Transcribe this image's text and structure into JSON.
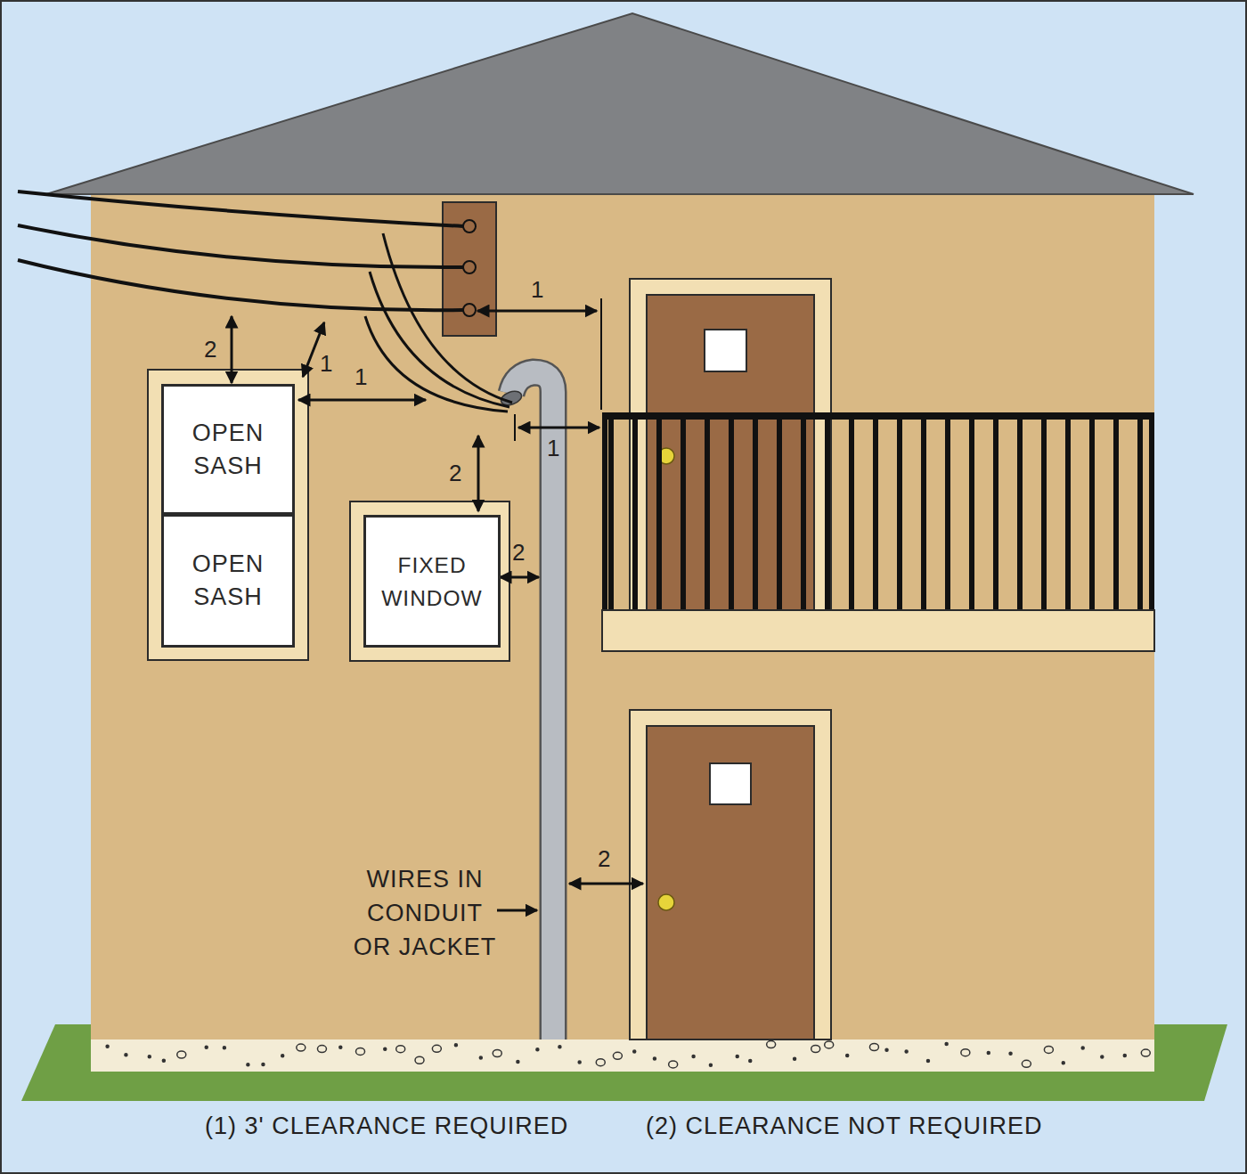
{
  "diagram": {
    "nodes": [
      {
        "text": [
          "OPEN SASH"
        ]
      },
      {
        "text": [
          "OPEN SASH"
        ]
      },
      {
        "text": [
          "FIXED WINDOW"
        ]
      }
    ],
    "labels": [
      "1",
      "2",
      "1",
      "1",
      "1",
      "2",
      "2",
      "2",
      "WIRES IN CONDUIT OR JACKET",
      "(1) 3' CLEARANCE REQUIRED",
      "(2) CLEARANCE NOT REQUIRED"
    ]
  }
}
